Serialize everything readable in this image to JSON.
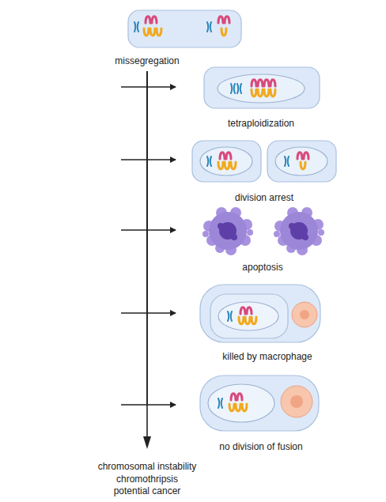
{
  "diagram": {
    "nodes": [
      {
        "text": [
          "missegregation"
        ]
      },
      {
        "text": [
          "tetraploidization"
        ]
      },
      {
        "text": [
          "division arrest"
        ]
      },
      {
        "text": [
          "apoptosis"
        ]
      },
      {
        "text": [
          "killed by macrophage"
        ]
      },
      {
        "text": [
          "no division of fusion"
        ]
      }
    ],
    "edges": [
      {
        "from": 0,
        "to": 1,
        "arrow": "to"
      },
      {
        "from": 0,
        "to": 2,
        "arrow": "to"
      },
      {
        "from": 0,
        "to": 3,
        "arrow": "to"
      },
      {
        "from": 0,
        "to": 4,
        "arrow": "to"
      },
      {
        "from": 0,
        "to": 5,
        "arrow": "to"
      }
    ],
    "labels": [
      "chromosomal instability",
      "chromothripsis",
      "potential cancer"
    ]
  }
}
